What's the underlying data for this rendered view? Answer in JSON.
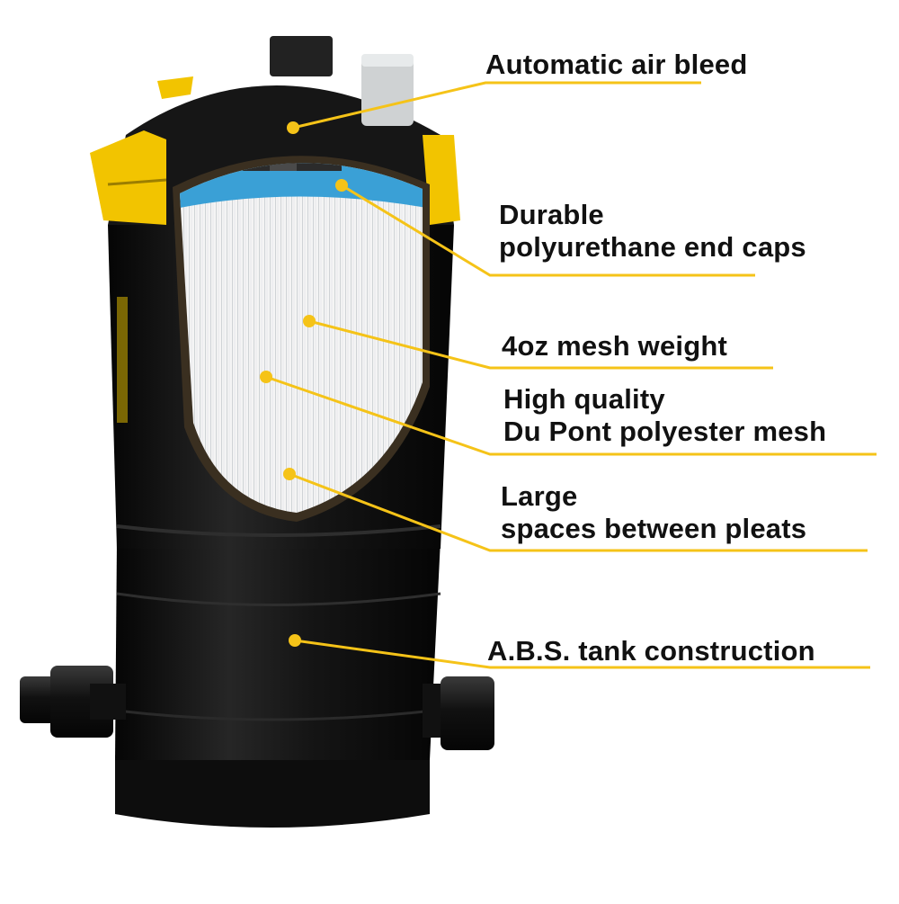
{
  "colors": {
    "leader": "#f5c318",
    "body": "#141414",
    "clamp": "#f2c400",
    "endcap": "#3aa0d6",
    "filter": "#f3f3f3",
    "text": "#111111"
  },
  "callouts": [
    {
      "id": "air-bleed",
      "lines": [
        "Automatic air bleed"
      ]
    },
    {
      "id": "end-caps",
      "lines": [
        "Durable",
        "polyurethane end caps"
      ]
    },
    {
      "id": "mesh-weight",
      "lines": [
        "4oz mesh weight"
      ]
    },
    {
      "id": "polyester-mesh",
      "lines": [
        "High quality",
        "Du Pont polyester mesh"
      ]
    },
    {
      "id": "pleat-spacing",
      "lines": [
        "Large",
        "spaces between pleats"
      ]
    },
    {
      "id": "tank",
      "lines": [
        "A.B.S. tank construction"
      ]
    }
  ]
}
